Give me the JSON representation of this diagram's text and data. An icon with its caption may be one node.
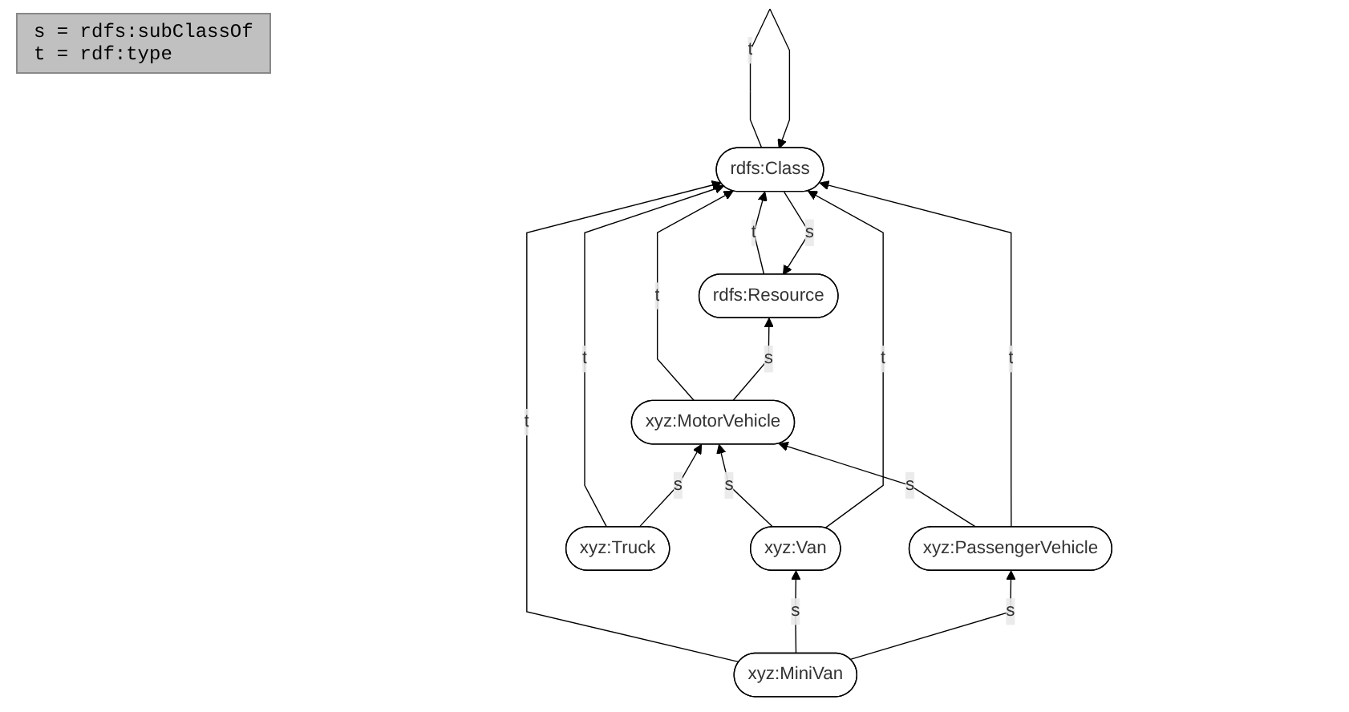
{
  "diagram": {
    "nodes": [
      {
        "text": [
          "rdfs:Resource"
        ]
      },
      {
        "text": [
          "rdfs:Class"
        ]
      },
      {
        "text": [
          "xyz:MotorVehicle"
        ]
      },
      {
        "text": [
          "xyz:Van"
        ]
      },
      {
        "text": [
          "xyz:Truck"
        ]
      },
      {
        "text": [
          "xyz:PassengerVehicle"
        ]
      },
      {
        "text": [
          "xyz:MiniVan"
        ]
      }
    ],
    "edges": [
      {
        "from": 1,
        "to": 0,
        "arrow": "to",
        "label": "s"
      },
      {
        "from": 0,
        "to": 1,
        "arrow": "to",
        "label": "t"
      },
      {
        "from": 1,
        "to": 1,
        "arrow": "to",
        "label": "t"
      },
      {
        "from": 2,
        "to": 1,
        "arrow": "to",
        "label": "t"
      },
      {
        "from": 2,
        "to": 0,
        "arrow": "to",
        "label": "s"
      },
      {
        "from": 3,
        "to": 2,
        "arrow": "to",
        "label": "s"
      },
      {
        "from": 3,
        "to": 1,
        "arrow": "to",
        "label": "t"
      },
      {
        "from": 4,
        "to": 1,
        "arrow": "to",
        "label": "t"
      },
      {
        "from": 4,
        "to": 2,
        "arrow": "to",
        "label": "s"
      },
      {
        "from": 5,
        "to": 2,
        "arrow": "to",
        "label": "s"
      },
      {
        "from": 5,
        "to": 1,
        "arrow": "to",
        "label": "t"
      },
      {
        "from": 6,
        "to": 1,
        "arrow": "to",
        "label": "t"
      },
      {
        "from": 6,
        "to": 3,
        "arrow": "to",
        "label": "s"
      },
      {
        "from": 6,
        "to": 5,
        "arrow": "to",
        "label": "s"
      }
    ],
    "labels": [
      "s = rdfs:subClassOf",
      "t = rdf:type"
    ]
  }
}
